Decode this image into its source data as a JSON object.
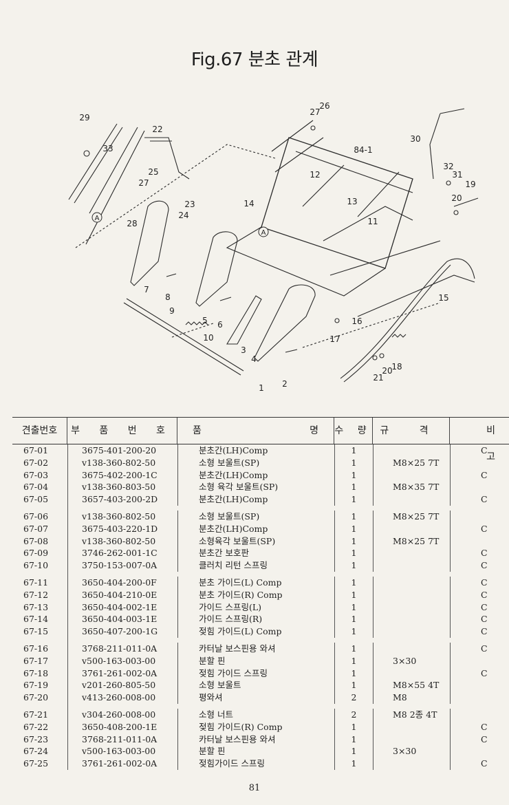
{
  "title": "Fig.67 분초 관계",
  "diagram": {
    "callouts": [
      "29",
      "33",
      "22",
      "25",
      "27",
      "28",
      "23",
      "24",
      "14",
      "27",
      "26",
      "12",
      "84-1",
      "30",
      "32",
      "31",
      "19",
      "20",
      "13",
      "11",
      "7",
      "8",
      "5",
      "6",
      "9",
      "10",
      "3",
      "4",
      "1",
      "2",
      "16",
      "17",
      "15",
      "21",
      "20",
      "18",
      "A",
      "A"
    ]
  },
  "table": {
    "headers": {
      "no": "견출번호",
      "part_no": "부 품 번 호",
      "name_left": "품",
      "name_right": "명",
      "qty": "수 량",
      "spec": "규 격",
      "remark": "비 고"
    },
    "rows": [
      {
        "no": "67-01",
        "part": "3675-401-200-20",
        "name": "분초간(LH)Comp",
        "qty": "1",
        "spec": "",
        "remark": "C"
      },
      {
        "no": "67-02",
        "part": "v138-360-802-50",
        "name": "소형 보울트(SP)",
        "qty": "1",
        "spec": "M8×25 7T",
        "remark": ""
      },
      {
        "no": "67-03",
        "part": "3675-402-200-1C",
        "name": "분초간(LH)Comp",
        "qty": "1",
        "spec": "",
        "remark": "C"
      },
      {
        "no": "67-04",
        "part": "v138-360-803-50",
        "name": "소형 육각 보울트(SP)",
        "qty": "1",
        "spec": "M8×35 7T",
        "remark": ""
      },
      {
        "no": "67-05",
        "part": "3657-403-200-2D",
        "name": "분초간(LH)Comp",
        "qty": "1",
        "spec": "",
        "remark": "C"
      },
      {
        "no": "67-06",
        "part": "v138-360-802-50",
        "name": "소형 보울트(SP)",
        "qty": "1",
        "spec": "M8×25 7T",
        "remark": ""
      },
      {
        "no": "67-07",
        "part": "3675-403-220-1D",
        "name": "분초간(LH)Comp",
        "qty": "1",
        "spec": "",
        "remark": "C"
      },
      {
        "no": "67-08",
        "part": "v138-360-802-50",
        "name": "소형육각 보울트(SP)",
        "qty": "1",
        "spec": "M8×25 7T",
        "remark": ""
      },
      {
        "no": "67-09",
        "part": "3746-262-001-1C",
        "name": "분초간 보호판",
        "qty": "1",
        "spec": "",
        "remark": "C"
      },
      {
        "no": "67-10",
        "part": "3750-153-007-0A",
        "name": "클러치 리턴 스프링",
        "qty": "1",
        "spec": "",
        "remark": "C"
      },
      {
        "no": "67-11",
        "part": "3650-404-200-0F",
        "name": "분초 가이드(L) Comp",
        "qty": "1",
        "spec": "",
        "remark": "C"
      },
      {
        "no": "67-12",
        "part": "3650-404-210-0E",
        "name": "분초 가이드(R) Comp",
        "qty": "1",
        "spec": "",
        "remark": "C"
      },
      {
        "no": "67-13",
        "part": "3650-404-002-1E",
        "name": "가이드 스프링(L)",
        "qty": "1",
        "spec": "",
        "remark": "C"
      },
      {
        "no": "67-14",
        "part": "3650-404-003-1E",
        "name": "가이드 스프링(R)",
        "qty": "1",
        "spec": "",
        "remark": "C"
      },
      {
        "no": "67-15",
        "part": "3650-407-200-1G",
        "name": "젖힘 가이드(L) Comp",
        "qty": "1",
        "spec": "",
        "remark": "C"
      },
      {
        "no": "67-16",
        "part": "3768-211-011-0A",
        "name": "카터날 보스핀용 와셔",
        "qty": "1",
        "spec": "",
        "remark": "C"
      },
      {
        "no": "67-17",
        "part": "v500-163-003-00",
        "name": "분할 핀",
        "qty": "1",
        "spec": "3×30",
        "remark": ""
      },
      {
        "no": "67-18",
        "part": "3761-261-002-0A",
        "name": "젖힘 가이드 스프링",
        "qty": "1",
        "spec": "",
        "remark": "C"
      },
      {
        "no": "67-19",
        "part": "v201-260-805-50",
        "name": "소형 보울트",
        "qty": "1",
        "spec": "M8×55 4T",
        "remark": ""
      },
      {
        "no": "67-20",
        "part": "v413-260-008-00",
        "name": "평와셔",
        "qty": "2",
        "spec": "M8",
        "remark": ""
      },
      {
        "no": "67-21",
        "part": "v304-260-008-00",
        "name": "소형 너트",
        "qty": "2",
        "spec": "M8 2종 4T",
        "remark": ""
      },
      {
        "no": "67-22",
        "part": "3650-408-200-1E",
        "name": "젖힘 가이드(R) Comp",
        "qty": "1",
        "spec": "",
        "remark": "C"
      },
      {
        "no": "67-23",
        "part": "3768-211-011-0A",
        "name": "카터날 보스핀용 와셔",
        "qty": "1",
        "spec": "",
        "remark": "C"
      },
      {
        "no": "67-24",
        "part": "v500-163-003-00",
        "name": "분할 핀",
        "qty": "1",
        "spec": "3×30",
        "remark": ""
      },
      {
        "no": "67-25",
        "part": "3761-261-002-0A",
        "name": "젖힘가이드 스프링",
        "qty": "1",
        "spec": "",
        "remark": "C"
      }
    ]
  },
  "page_number": "81"
}
